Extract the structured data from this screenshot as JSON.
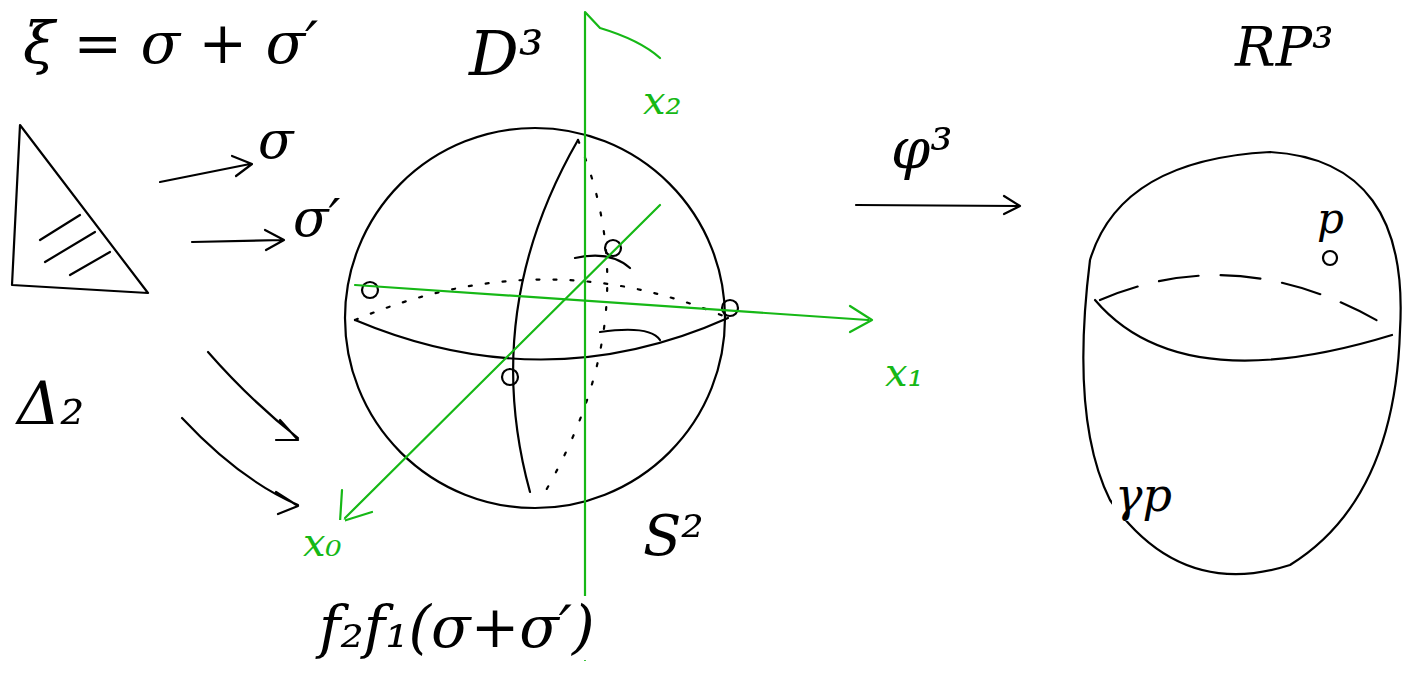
{
  "diagram": {
    "labels": [
      "ξ = σ + σ′",
      "σ",
      "σ′",
      "D³",
      "x₂",
      "x₁",
      "x₀",
      "φ³",
      "RP³",
      "p",
      "γp",
      "Δ₂",
      "f₂f₁(σ+σ′)",
      "S²"
    ]
  }
}
